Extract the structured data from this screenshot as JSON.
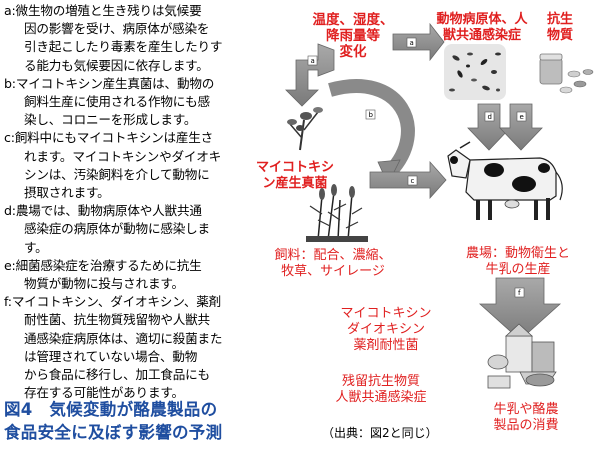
{
  "legend": {
    "a": "a:微生物の増殖と生き残りは気候要",
    "a2": "因の影響を受け、病原体が感染を",
    "a3": "引き起こしたり毒素を産生したりす",
    "a4": "る能力も気候要因に依存します。",
    "b": "b:マイコトキシン産生真菌は、動物の",
    "b2": "飼料生産に使用される作物にも感",
    "b3": "染し、コロニーを形成します。",
    "c": "c:飼料中にもマイコトキシンは産生さ",
    "c2": "れます。マイコトキシンやダイオキ",
    "c3": "シンは、汚染飼料を介して動物に",
    "c4": "摂取されます。",
    "d": "d:農場では、動物病原体や人獣共通",
    "d2": "感染症の病原体が動物に感染しま",
    "d3": "す。",
    "e": "e:細菌感染症を治療するために抗生",
    "e2": "物質が動物に投与されます。",
    "f": "f:マイコトキシン、ダイオキシン、薬剤",
    "f2": "耐性菌、抗生物質残留物や人獣共",
    "f3": "通感染症病原体は、適切に殺菌また",
    "f4": "は管理されていない場合、動物",
    "f5": "から食品に移行し、加工食品にも",
    "f6": "存在する可能性があります。"
  },
  "caption": {
    "line1": "図4　気候変動が酪農製品の",
    "line2": "食品安全に及ぼす影響の予測"
  },
  "nodes": {
    "climate": [
      "温度、湿度、",
      "降雨量等",
      "変化"
    ],
    "pathogens": [
      "動物病原体、人",
      "獣共通感染症"
    ],
    "antibiotics": [
      "抗生",
      "物質"
    ],
    "fungi": [
      "マイコトキシ",
      "ン産生真菌"
    ],
    "feed": [
      "飼料：配合、濃縮、",
      "牧草、サイレージ"
    ],
    "farm": [
      "農場：動物衛生と",
      "牛乳の生産"
    ],
    "hazards1": [
      "マイコトキシン",
      "ダイオキシン",
      "薬剤耐性菌"
    ],
    "hazards2": [
      "残留抗生物質",
      "人獣共通感染症"
    ],
    "consumption": [
      "牛乳や酪農",
      "製品の消費"
    ]
  },
  "arrow_letters": [
    "a",
    "a",
    "b",
    "c",
    "d",
    "e",
    "f"
  ],
  "source": "（出典：図2と同じ）",
  "colors": {
    "label_red": "#e02020",
    "caption_blue": "#1f4ea0",
    "arrow_gray": "#8a8a8a"
  }
}
